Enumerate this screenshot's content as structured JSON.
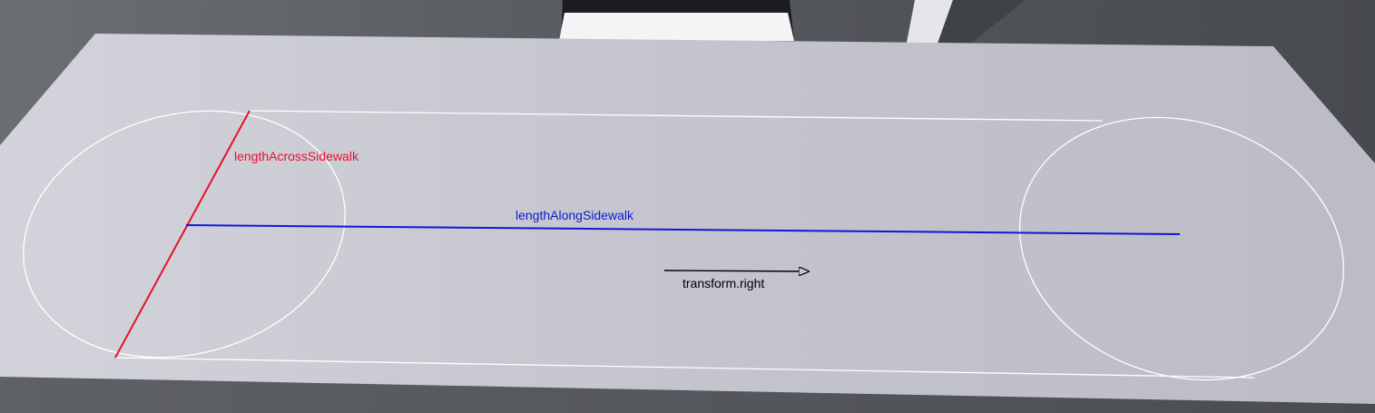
{
  "labels": {
    "across": "lengthAcrossSidewalk",
    "along": "lengthAlongSidewalk",
    "direction": "transform.right"
  },
  "colors": {
    "across": "#e8102e",
    "along": "#0f18d6",
    "direction": "#000000",
    "capsule_outline": "#ffffff",
    "slab": "#c8c8d2",
    "background": "#5a5d62"
  }
}
